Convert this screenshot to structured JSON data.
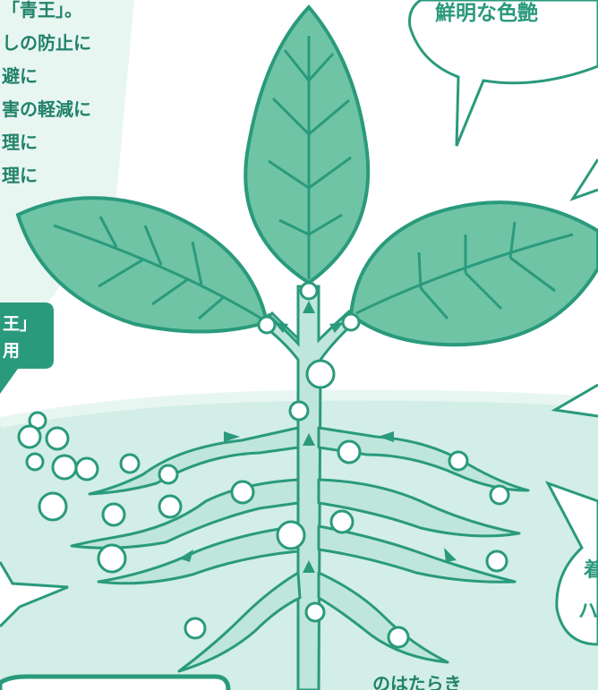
{
  "colors": {
    "teal": "#2a9a7c",
    "leaf_fill": "#6fc4a6",
    "soil_fill": "#d2eee6",
    "soil_light": "#e8f6f2",
    "root_fill": "#bfe6da",
    "pale_band": "#cdebe2",
    "text": "#22826a"
  },
  "left_text": {
    "lines": [
      "「青王」。",
      "しの防止に",
      "避に",
      "害の軽減に",
      "理に",
      "理に"
    ]
  },
  "badge": {
    "line1": "王」",
    "line2": "用"
  },
  "callouts": {
    "top": "鮮明な色艶",
    "right_bottom_line1": "着",
    "right_bottom_line2": "ハ"
  },
  "bottom_caption": "のはたらき"
}
